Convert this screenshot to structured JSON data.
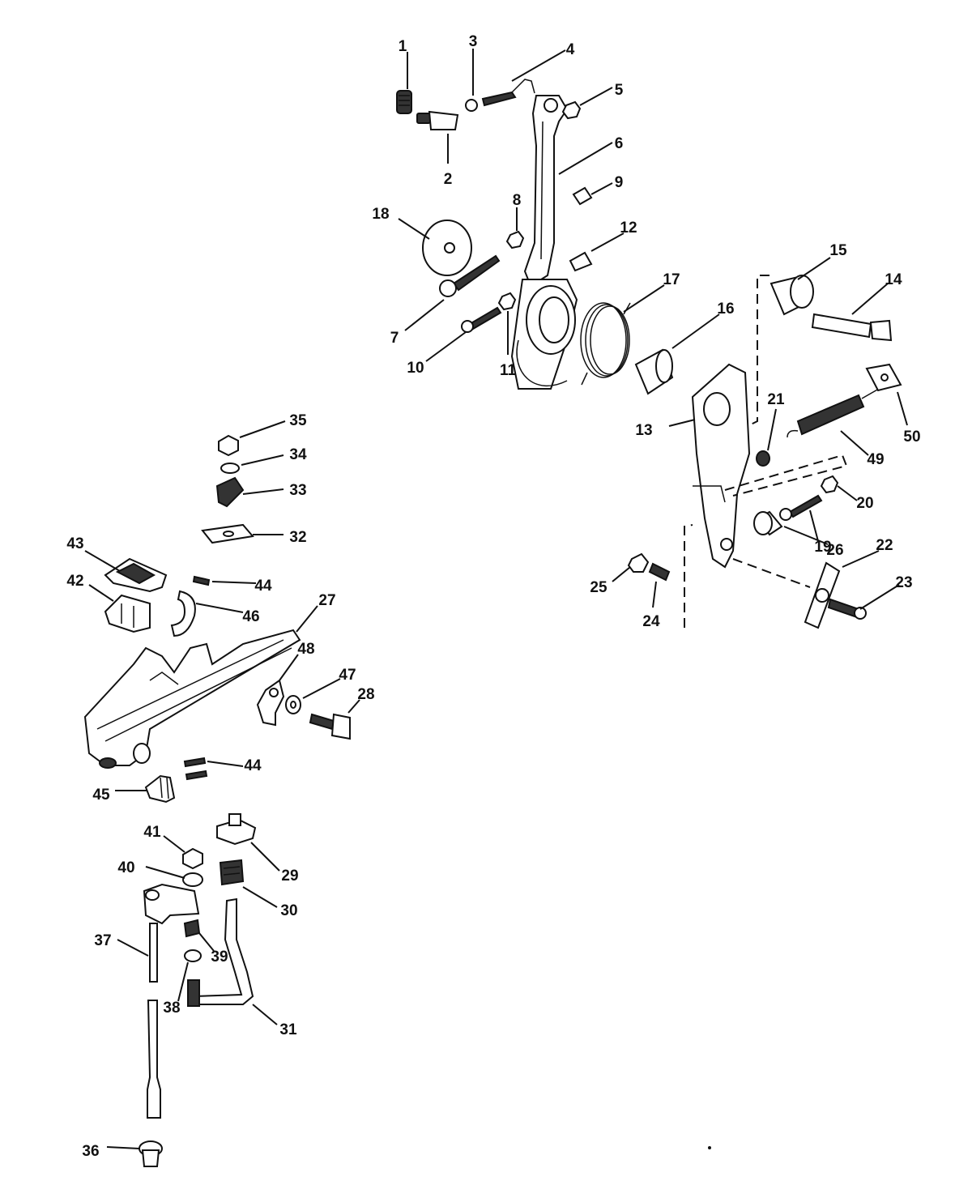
{
  "callouts": [
    {
      "id": "1",
      "label": "1"
    },
    {
      "id": "2",
      "label": "2"
    },
    {
      "id": "3",
      "label": "3"
    },
    {
      "id": "4",
      "label": "4"
    },
    {
      "id": "5",
      "label": "5"
    },
    {
      "id": "6",
      "label": "6"
    },
    {
      "id": "7",
      "label": "7"
    },
    {
      "id": "8",
      "label": "8"
    },
    {
      "id": "9",
      "label": "9"
    },
    {
      "id": "10",
      "label": "10"
    },
    {
      "id": "11",
      "label": "11"
    },
    {
      "id": "12",
      "label": "12"
    },
    {
      "id": "13",
      "label": "13"
    },
    {
      "id": "14",
      "label": "14"
    },
    {
      "id": "15",
      "label": "15"
    },
    {
      "id": "16",
      "label": "16"
    },
    {
      "id": "17",
      "label": "17"
    },
    {
      "id": "18",
      "label": "18"
    },
    {
      "id": "19",
      "label": "19"
    },
    {
      "id": "20",
      "label": "20"
    },
    {
      "id": "21",
      "label": "21"
    },
    {
      "id": "22",
      "label": "22"
    },
    {
      "id": "23",
      "label": "23"
    },
    {
      "id": "24",
      "label": "24"
    },
    {
      "id": "25",
      "label": "25"
    },
    {
      "id": "26",
      "label": "26"
    },
    {
      "id": "27",
      "label": "27"
    },
    {
      "id": "28",
      "label": "28"
    },
    {
      "id": "29",
      "label": "29"
    },
    {
      "id": "30",
      "label": "30"
    },
    {
      "id": "31",
      "label": "31"
    },
    {
      "id": "32",
      "label": "32"
    },
    {
      "id": "33",
      "label": "33"
    },
    {
      "id": "34",
      "label": "34"
    },
    {
      "id": "35",
      "label": "35"
    },
    {
      "id": "36",
      "label": "36"
    },
    {
      "id": "37",
      "label": "37"
    },
    {
      "id": "38",
      "label": "38"
    },
    {
      "id": "39",
      "label": "39"
    },
    {
      "id": "40",
      "label": "40"
    },
    {
      "id": "41",
      "label": "41"
    },
    {
      "id": "42",
      "label": "42"
    },
    {
      "id": "43",
      "label": "43"
    },
    {
      "id": "44a",
      "label": "44"
    },
    {
      "id": "44b",
      "label": "44"
    },
    {
      "id": "45",
      "label": "45"
    },
    {
      "id": "46",
      "label": "46"
    },
    {
      "id": "47",
      "label": "47"
    },
    {
      "id": "48",
      "label": "48"
    },
    {
      "id": "49",
      "label": "49"
    },
    {
      "id": "50",
      "label": "50"
    }
  ]
}
